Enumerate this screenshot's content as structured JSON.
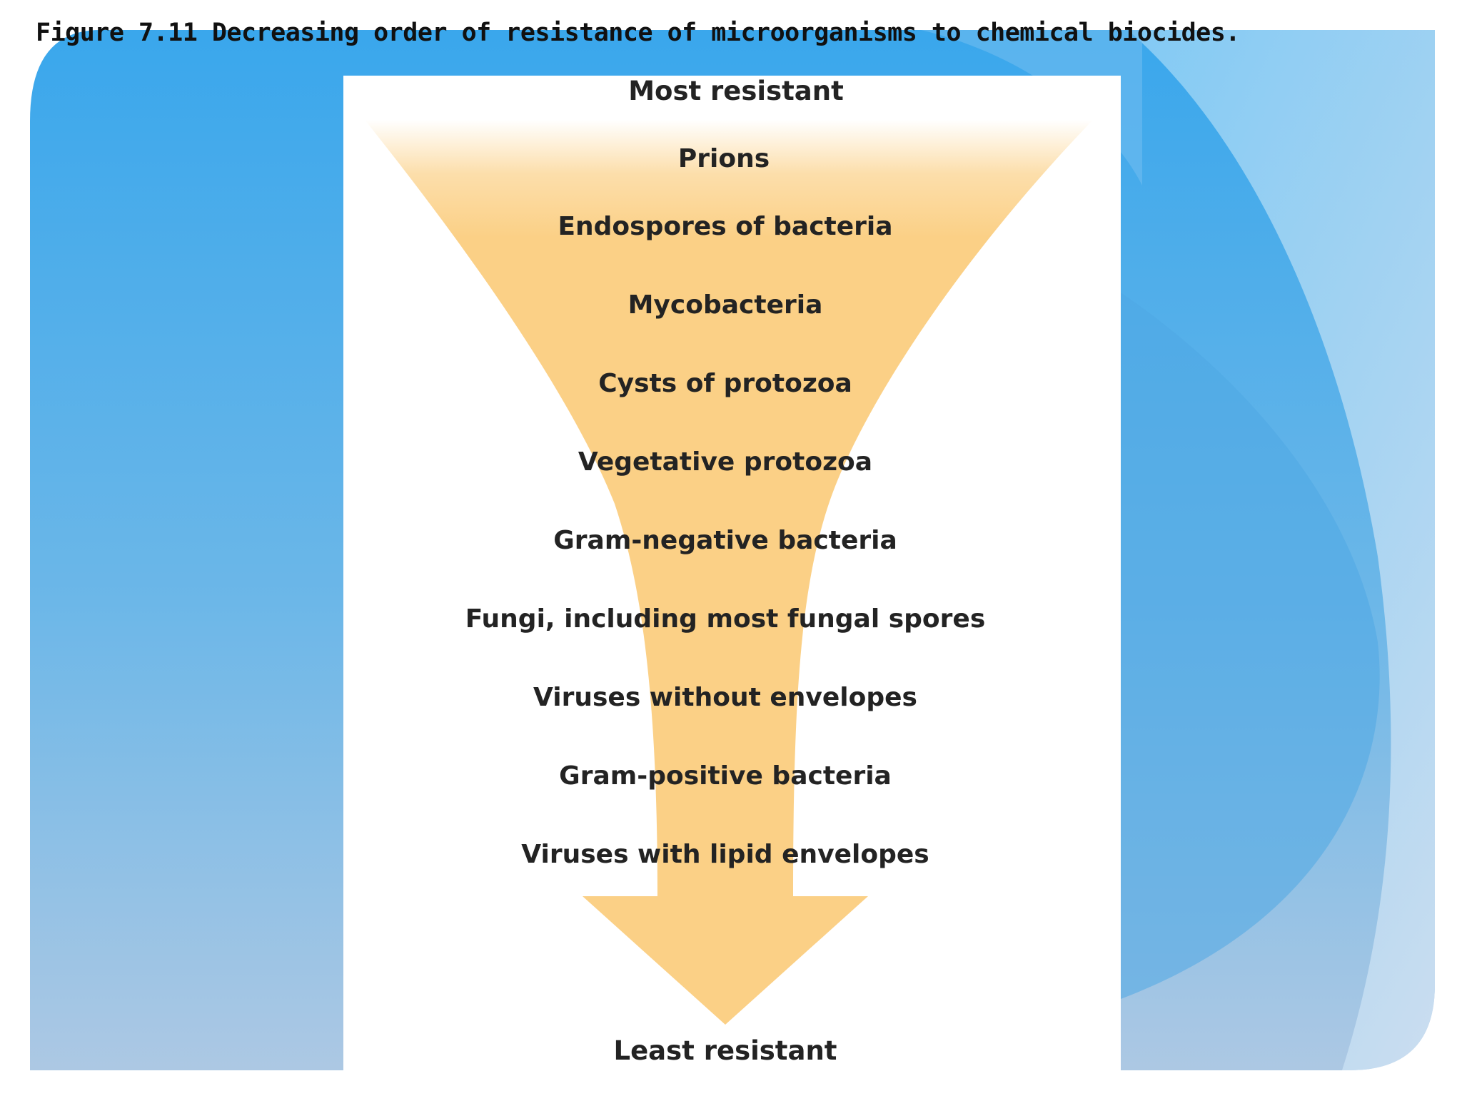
{
  "slide": {
    "title": "Figure 7.11 Decreasing order of resistance of microorganisms to chemical biocides."
  },
  "colors": {
    "background_blue": "#3ea9ea",
    "background_light": "#b3cde6",
    "funnel_yellow": "#fbd086",
    "text": "#232323"
  },
  "diagram": {
    "top_label": "Most resistant",
    "bottom_label": "Least resistant",
    "items": [
      "Prions",
      "Endospores of bacteria",
      "Mycobacteria",
      "Cysts of protozoa",
      "Vegetative protozoa",
      "Gram-negative bacteria",
      "Fungi, including most fungal spores",
      "Viruses without envelopes",
      "Gram-positive bacteria",
      "Viruses with lipid envelopes"
    ]
  }
}
